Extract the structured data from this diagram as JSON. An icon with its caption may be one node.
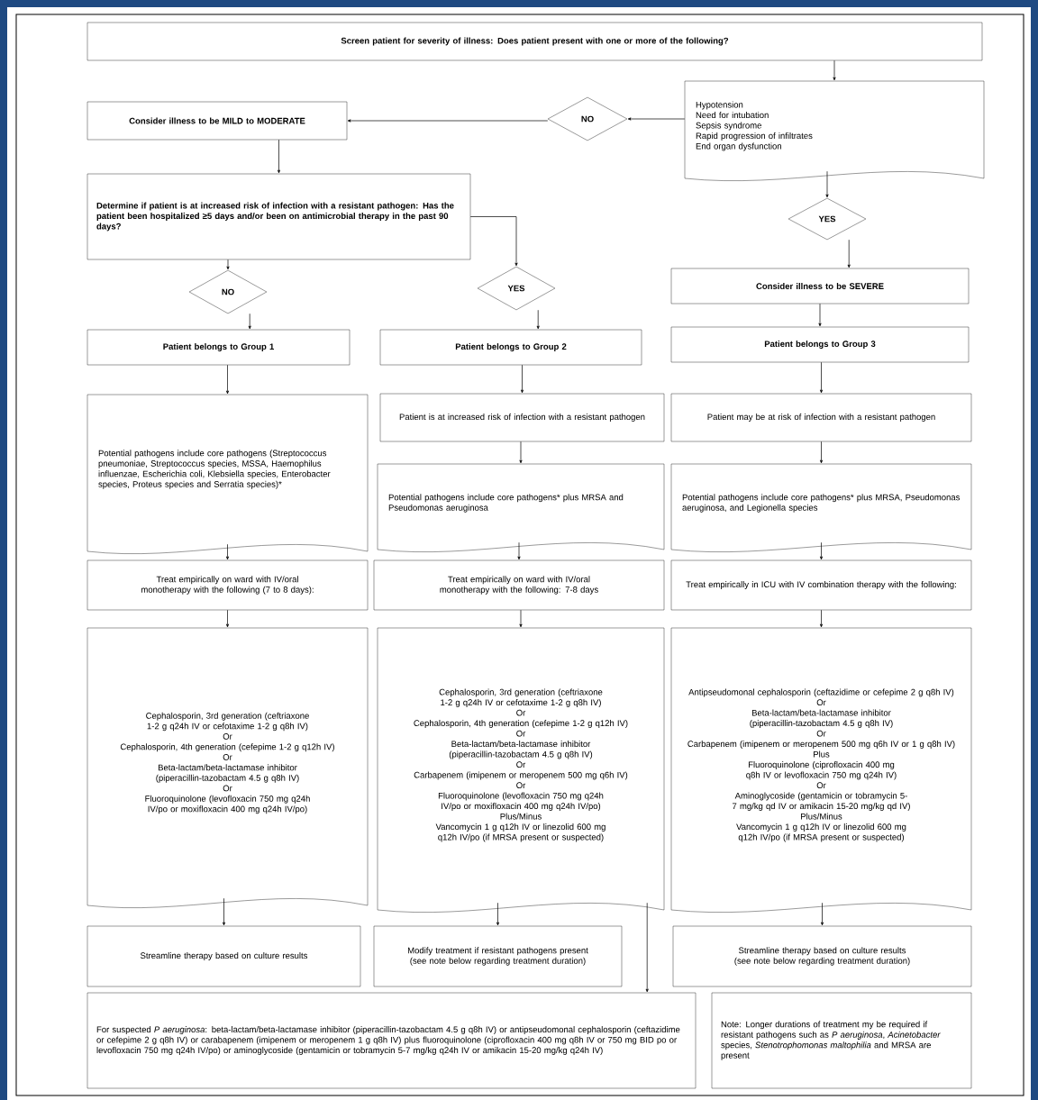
{
  "diagram": {
    "nodes": [
      {
        "text": [
          "Screen patient for severity of illness: Does patient present with one or more of the following?"
        ]
      },
      {
        "text": [
          "Hypotension",
          "Need for intubation",
          "Sepsis syndrome",
          "Rapid progression of infiltrates",
          "End organ dysfunction"
        ]
      },
      {
        "text": [
          "NO"
        ]
      },
      {
        "text": [
          "Consider illness to be MILD to MODERATE"
        ]
      },
      {
        "text": [
          "Determine if patient is at increased risk of infection with a resistant pathogen: Has the patient been hospitalized ≥5 days and/or been on antimicrobial therapy in the past 90 days?"
        ]
      },
      {
        "text": [
          "YES"
        ]
      },
      {
        "text": [
          "NO"
        ]
      },
      {
        "text": [
          "YES"
        ]
      },
      {
        "text": [
          "Consider illness to be SEVERE"
        ]
      },
      {
        "text": [
          "Patient belongs to Group 1"
        ]
      },
      {
        "text": [
          "Patient belongs to Group 2"
        ]
      },
      {
        "text": [
          "Patient belongs to Group 3"
        ]
      },
      {
        "text": [
          "Potential pathogens include core pathogens (Streptococcus pneumoniae, Streptococcus species, MSSA, Haemophilus influenzae, Escherichia coli, Klebsiella species, Enterobacter species, Proteus species and Serratia species)*"
        ]
      },
      {
        "text": [
          "Patient is at increased risk of infection with a resistant pathogen"
        ]
      },
      {
        "text": [
          "Patient may be at risk of infection with a resistant pathogen"
        ]
      },
      {
        "text": [
          "Potential pathogens include core pathogens* plus MRSA and Pseudomonas aeruginosa"
        ]
      },
      {
        "text": [
          "Potential pathogens include core pathogens* plus MRSA, Pseudomonas aeruginosa, and Legionella species"
        ]
      },
      {
        "text": [
          "Treat empirically on ward with IV/oral monotherapy with the following (7 to 8 days):"
        ]
      },
      {
        "text": [
          "Treat empirically on ward with IV/oral monotherapy with the following: 7-8 days"
        ]
      },
      {
        "text": [
          "Treat empirically in ICU with IV combination therapy with the following:"
        ]
      },
      {
        "text": [
          "Cephalosporin, 3rd generation (ceftriaxone 1-2 g q24h IV or cefotaxime 1-2 g q8h IV)",
          "Or",
          "Cephalosporin, 4th generation (cefepime 1-2 g q12h IV)",
          "Or",
          "Beta-lactam/beta-lactamase inhibitor (piperacillin-tazobactam 4.5 g q8h IV)",
          "Or",
          "Fluoroquinolone (levofloxacin 750 mg q24h IV/po or moxifloxacin 400 mg q24h IV/po)"
        ]
      },
      {
        "text": [
          "Cephalosporin, 3rd generation (ceftriaxone 1-2 g q24h IV or cefotaxime 1-2 g q8h IV)",
          "Or",
          "Cephalosporin, 4th generation (cefepime 1-2 g q12h IV)",
          "Or",
          "Beta-lactam/beta-lactamase inhibitor (piperacillin-tazobactam 4.5 g q8h IV)",
          "Or",
          "Carbapenem (imipenem or meropenem 500 mg q6h IV)",
          "Or",
          "Fluoroquinolone (levofloxacin 750 mg q24h IV/po or moxifloxacin 400 mg q24h IV/po)",
          "Plus/Minus",
          "Vancomycin 1 g q12h IV or linezolid 600 mg q12h IV/po (if MRSA present or suspected)"
        ]
      },
      {
        "text": [
          "Antipseudomonal cephalosporin (ceftazidime or cefepime 2 g q8h IV)",
          "Or",
          "Beta-lactam/beta-lactamase inhibitor (piperacillin-tazobactam 4.5 g q8h IV)",
          "Or",
          "Carbapenem (imipenem or meropenem 500 mg q6h IV or 1 g q8h IV)",
          "Plus",
          "Fluoroquinolone (ciprofloxacin 400 mg q8h IV or levofloxacin 750 mg q24h IV)",
          "Or",
          "Aminoglycoside (gentamicin or tobramycin 5-7 mg/kg qd IV or amikacin 15-20 mg/kg qd IV)",
          "Plus/Minus",
          "Vancomycin 1 g q12h IV or linezolid 600 mg q12h IV/po (if MRSA present or suspected)"
        ]
      },
      {
        "text": [
          "Streamline therapy based on culture results"
        ]
      },
      {
        "text": [
          "Modify treatment if resistant pathogens present (see note below regarding treatment duration)"
        ]
      },
      {
        "text": [
          "Streamline therapy based on culture results (see note below regarding treatment duration)"
        ]
      },
      {
        "text": [
          "For suspected *P aeruginosa*: beta-lactam/beta-lactamase inhibitor (piperacillin-tazobactam 4.5 g q8h IV) or antipseudomonal cephalosporin (ceftazidime or cefepime 2 g q8h IV) or carabapenem (imipenem or meropenem 1 g q8h IV) plus fluoroquinolone (ciprofloxacin 400 mg q8h IV or 750 mg BID po or levofloxacin 750 mg q24h IV/po) or aminoglycoside (gentamicin or tobramycin 5-7 mg/kg q24h IV or amikacin 15-20 mg/kg q24h IV)"
        ]
      },
      {
        "text": [
          "Note: Longer durations of treatment my be required if resistant pathogens such as *P aeruginosa*, *Acinetobacter* species, *Stenotrophomonas maltophilia* and MRSA are present"
        ]
      }
    ],
    "edges": [
      {
        "from": 0,
        "to": 1,
        "arrow": "to"
      },
      {
        "from": 1,
        "to": 2,
        "arrow": "to"
      },
      {
        "from": 2,
        "to": 3,
        "arrow": "to"
      },
      {
        "from": 3,
        "to": 4,
        "arrow": "to"
      },
      {
        "from": 1,
        "to": 5,
        "arrow": "to"
      },
      {
        "from": 5,
        "to": 8,
        "arrow": "to"
      },
      {
        "from": 4,
        "to": 6,
        "arrow": "to"
      },
      {
        "from": 4,
        "to": 7,
        "arrow": "to"
      },
      {
        "from": 6,
        "to": 9,
        "arrow": "to"
      },
      {
        "from": 7,
        "to": 10,
        "arrow": "to"
      },
      {
        "from": 8,
        "to": 11,
        "arrow": "to"
      },
      {
        "from": 9,
        "to": 12,
        "arrow": "to"
      },
      {
        "from": 10,
        "to": 13,
        "arrow": "to"
      },
      {
        "from": 11,
        "to": 14,
        "arrow": "to"
      },
      {
        "from": 12,
        "to": 17,
        "arrow": "to"
      },
      {
        "from": 13,
        "to": 15,
        "arrow": "to"
      },
      {
        "from": 14,
        "to": 16,
        "arrow": "to"
      },
      {
        "from": 15,
        "to": 18,
        "arrow": "to"
      },
      {
        "from": 16,
        "to": 19,
        "arrow": "to"
      },
      {
        "from": 17,
        "to": 20,
        "arrow": "to"
      },
      {
        "from": 18,
        "to": 21,
        "arrow": "to"
      },
      {
        "from": 19,
        "to": 22,
        "arrow": "to"
      },
      {
        "from": 20,
        "to": 23,
        "arrow": "to"
      },
      {
        "from": 21,
        "to": 24,
        "arrow": "to"
      },
      {
        "from": 22,
        "to": 25,
        "arrow": "to"
      },
      {
        "from": 21,
        "to": 26,
        "arrow": "to"
      }
    ]
  }
}
